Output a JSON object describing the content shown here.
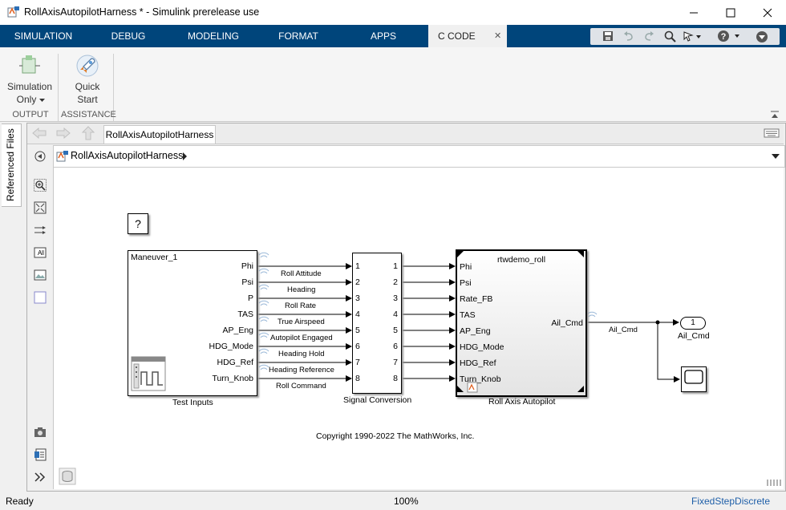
{
  "window": {
    "title": "RollAxisAutopilotHarness * - Simulink prerelease use",
    "minimize_glyph": "—",
    "maximize_glyph": "☐",
    "close_glyph": "✕"
  },
  "tabs": [
    {
      "label": "SIMULATION"
    },
    {
      "label": "DEBUG"
    },
    {
      "label": "MODELING"
    },
    {
      "label": "FORMAT"
    },
    {
      "label": "APPS"
    },
    {
      "label": "C CODE",
      "close": "✕"
    }
  ],
  "ribbon": {
    "simulation_only_line1": "Simulation",
    "simulation_only_line2": "Only",
    "quick_start_line1": "Quick",
    "quick_start_line2": "Start",
    "section_output": "OUTPUT",
    "section_assistance": "ASSISTANCE"
  },
  "side_tab": "Referenced Files",
  "editor": {
    "doc_tab": "RollAxisAutopilotHarness",
    "address": "RollAxisAutopilotHarness"
  },
  "diagram": {
    "help_block": "?",
    "test_inputs": {
      "title": "Maneuver_1",
      "name": "Test Inputs",
      "ports": [
        "Phi",
        "Psi",
        "P",
        "TAS",
        "AP_Eng",
        "HDG_Mode",
        "HDG_Ref",
        "Turn_Knob"
      ]
    },
    "signals": [
      "Roll Attitude",
      "Heading",
      "Roll Rate",
      "True Airspeed",
      "Autopilot Engaged",
      "Heading Hold",
      "Heading Reference",
      "Roll Command"
    ],
    "signal_conversion": {
      "name": "Signal Conversion",
      "in_ports": [
        "1",
        "2",
        "3",
        "4",
        "5",
        "6",
        "7",
        "8"
      ],
      "out_ports": [
        "1",
        "2",
        "3",
        "4",
        "5",
        "6",
        "7",
        "8"
      ]
    },
    "roll_axis": {
      "title": "rtwdemo_roll",
      "name": "Roll Axis Autopilot",
      "ports": [
        "Phi",
        "Psi",
        "Rate_FB",
        "TAS",
        "AP_Eng",
        "HDG_Mode",
        "HDG_Ref",
        "Turn_Knob"
      ],
      "out_port": "Ail_Cmd"
    },
    "out_signal": "Ail_Cmd",
    "outport": {
      "number": "1",
      "name": "Ail_Cmd"
    },
    "copyright": "Copyright 1990-2022 The MathWorks, Inc."
  },
  "status": {
    "left": "Ready",
    "zoom": "100%",
    "solver": "FixedStepDiscrete"
  },
  "colors": {
    "tab_strip": "#00457b",
    "link_blue": "#1f5fa8"
  }
}
